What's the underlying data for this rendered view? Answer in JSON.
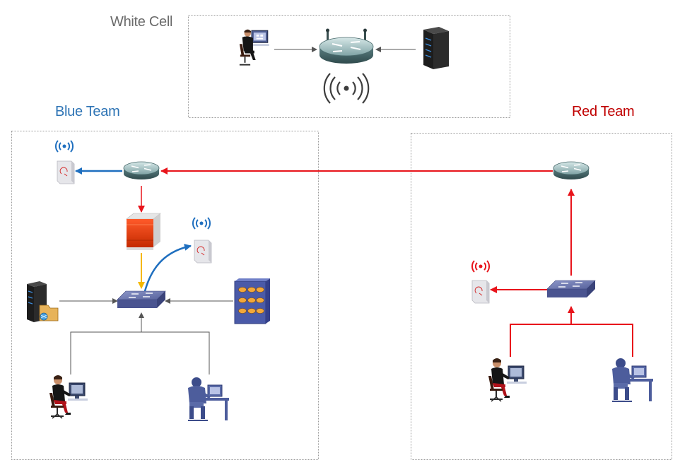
{
  "zones": {
    "white_cell": {
      "label": "White Cell"
    },
    "blue_team": {
      "label": "Blue Team"
    },
    "red_team": {
      "label": "Red Team"
    }
  },
  "colors": {
    "white_label": "#6b6b6b",
    "blue_label": "#2e74b5",
    "red_label": "#c00000",
    "red_link": "#e8141b",
    "blue_link": "#1f6fbf",
    "yellow_link": "#f5b800",
    "gray_link": "#555555",
    "zone_border": "#9a9a9a"
  },
  "icons": {
    "white_cell": [
      "operator-workstation-icon",
      "wireless-router-icon",
      "radio-waves-icon",
      "server-tower-icon"
    ],
    "blue_team": [
      "wireless-access-point-icon",
      "router-icon",
      "firewall-icon",
      "wireless-access-point-icon",
      "switch-icon",
      "file-server-icon",
      "storage-array-icon",
      "user-workstation-icon",
      "user-workstation-icon"
    ],
    "red_team": [
      "router-icon",
      "switch-icon",
      "wireless-access-point-icon",
      "user-workstation-icon",
      "user-workstation-icon"
    ]
  }
}
